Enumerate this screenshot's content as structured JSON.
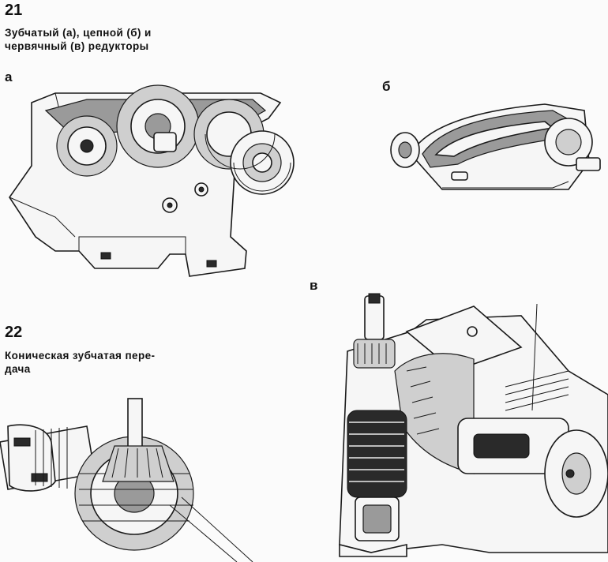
{
  "fig21": {
    "number": "21",
    "caption_line1": "Зубчатый (а), цепной (б) и",
    "caption_line2": "червячный (в) редукторы",
    "label_a": "а",
    "label_b": "б",
    "label_v": "в"
  },
  "fig22": {
    "number": "22",
    "caption_line1": "Коническая зубчатая пере-",
    "caption_line2": "дача"
  }
}
